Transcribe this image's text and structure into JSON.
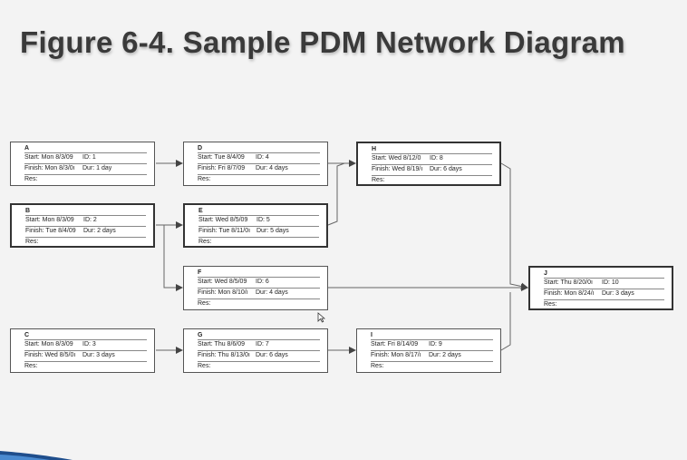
{
  "title": "Figure 6-4. Sample PDM Network Diagram",
  "nodes": [
    {
      "name": "A",
      "start": "Start:  Mon 8/3/09",
      "id": "ID:  1",
      "finish": "Finish: Mon 8/3/0ı",
      "dur": "Dur: 1 day",
      "res": "Res:"
    },
    {
      "name": "B",
      "start": "Start:  Mon 8/3/09",
      "id": "ID:  2",
      "finish": "Finish: Tue 8/4/09",
      "dur": "Dur: 2 days",
      "res": "Res:"
    },
    {
      "name": "C",
      "start": "Start:  Mon 8/3/09",
      "id": "ID:  3",
      "finish": "Finish: Wed 8/5/0ı",
      "dur": "Dur: 3 days",
      "res": "Res:"
    },
    {
      "name": "D",
      "start": "Start:  Tue 8/4/09",
      "id": "ID:  4",
      "finish": "Finish: Fri 8/7/09",
      "dur": "Dur: 4 days",
      "res": "Res:"
    },
    {
      "name": "E",
      "start": "Start:  Wed 8/5/09",
      "id": "ID:  5",
      "finish": "Finish: Tue 8/11/0ı",
      "dur": "Dur: 5 days",
      "res": "Res:"
    },
    {
      "name": "F",
      "start": "Start:  Wed 8/5/09",
      "id": "ID:  6",
      "finish": "Finish: Mon 8/10/ı",
      "dur": "Dur: 4 days",
      "res": "Res:"
    },
    {
      "name": "G",
      "start": "Start:  Thu 8/6/09",
      "id": "ID:  7",
      "finish": "Finish: Thu 8/13/0ı",
      "dur": "Dur: 6 days",
      "res": "Res:"
    },
    {
      "name": "H",
      "start": "Start:  Wed 8/12/0",
      "id": "ID:  8",
      "finish": "Finish: Wed 8/19/ı",
      "dur": "Dur: 6 days",
      "res": "Res:"
    },
    {
      "name": "I",
      "start": "Start:  Fri 8/14/09",
      "id": "ID:  9",
      "finish": "Finish: Mon 8/17/ı",
      "dur": "Dur: 2 days",
      "res": "Res:"
    },
    {
      "name": "J",
      "start": "Start:  Thu 8/20/0ı",
      "id": "ID:  10",
      "finish": "Finish: Mon 8/24/ı",
      "dur": "Dur: 3 days",
      "res": "Res:"
    }
  ],
  "colors": {
    "border": "#555555",
    "critical_border": "#333333",
    "arrow": "#555555",
    "background": "#f3f3f3",
    "corner_accent": "#1f4e8c"
  }
}
